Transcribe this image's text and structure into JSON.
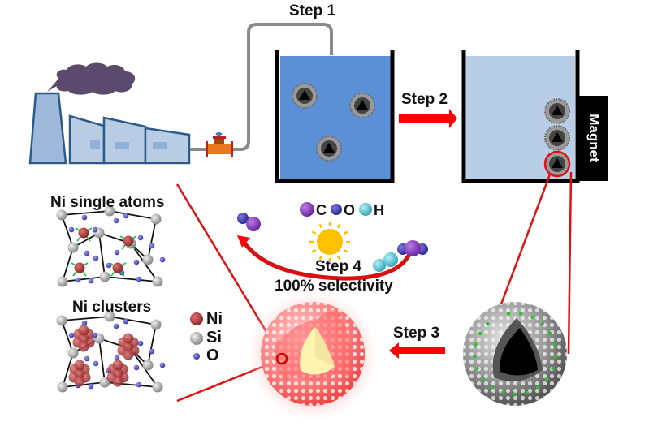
{
  "figure": {
    "steps": {
      "step1": "Step 1",
      "step2": "Step 2",
      "step3": "Step 3",
      "step4": "Step 4"
    },
    "magnet_label": "Magnet",
    "selectivity_label": "100% selectivity",
    "panels": {
      "single_atoms_title": "Ni single atoms",
      "clusters_title": "Ni clusters"
    },
    "element_legend": [
      {
        "symbol": "Ni",
        "color": "#b5484a"
      },
      {
        "symbol": "Si",
        "color": "#b8b8b8"
      },
      {
        "symbol": "O",
        "color": "#5b5bd0"
      }
    ],
    "molecule_legend": [
      {
        "symbol": "C",
        "color": "#8e44c0"
      },
      {
        "symbol": "O",
        "color": "#4a4ab8"
      },
      {
        "symbol": "H",
        "color": "#5cc4d0"
      }
    ],
    "colors": {
      "arrow": "#ff0000",
      "beaker1_liquid": "#5b8fd6",
      "beaker2_liquid": "#b8cde6",
      "factory_fill": "#b8cce4",
      "factory_stroke": "#2e5a8a",
      "smoke": "#5a4a6e",
      "pipe": "#8a8a8a",
      "valve": "#e8781e",
      "sun": "#ffc000"
    }
  }
}
